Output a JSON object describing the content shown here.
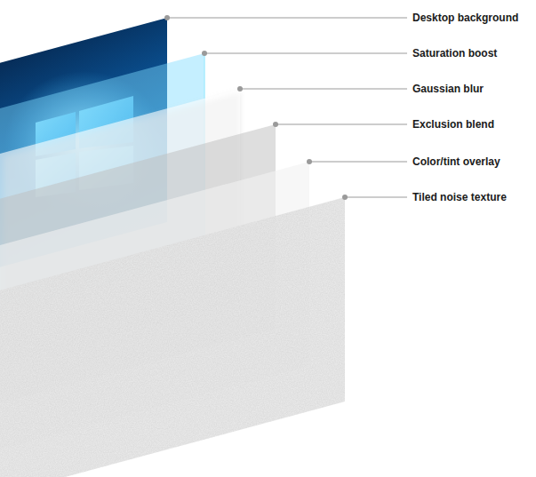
{
  "diagram": {
    "labels": [
      "Desktop background",
      "Saturation boost",
      "Gaussian blur",
      "Exclusion blend",
      "Color/tint overlay",
      "Tiled noise texture"
    ]
  }
}
